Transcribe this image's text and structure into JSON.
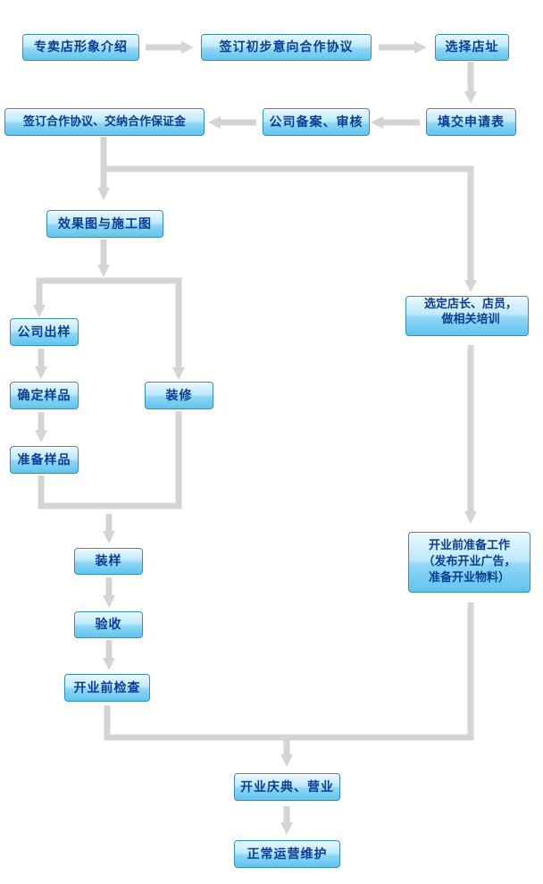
{
  "colors": {
    "box_border": "#2f8fc2",
    "box_text": "#0a3d91",
    "connector": "#d4d4d4"
  },
  "steps": {
    "intro": "专卖店形象介绍",
    "prelim_agreement": "签订初步意向合作协议",
    "choose_site": "选择店址",
    "application": "填交申请表",
    "review": "公司备案、审核",
    "sign_agreement": "签订合作协议、交纳合作保证金",
    "drawings": "效果图与施工图",
    "company_sample": "公司出样",
    "confirm_sample": "确定样品",
    "prepare_sample": "准备样品",
    "decoration": "装修",
    "staff_lines": [
      "选定店长、店员，",
      "做相关培训"
    ],
    "install_sample": "装样",
    "acceptance": "验收",
    "pre_opening_check": "开业前检查",
    "opening_prep_lines": [
      "开业前准备工作",
      "（发布开业广告，",
      "准备开业物料）"
    ],
    "opening_ceremony": "开业庆典、营业",
    "normal_operation": "正常运营维护"
  }
}
